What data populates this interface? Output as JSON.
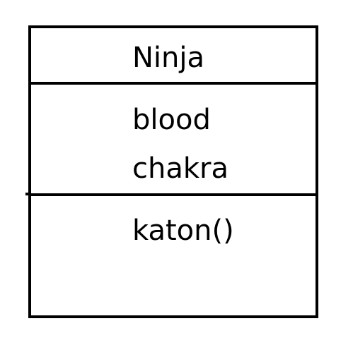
{
  "class_diagram": {
    "class_name": "Ninja",
    "attributes": [
      "blood",
      "chakra"
    ],
    "methods": [
      "katon()"
    ]
  },
  "colors": {
    "stroke": "#000000",
    "background": "#ffffff"
  }
}
